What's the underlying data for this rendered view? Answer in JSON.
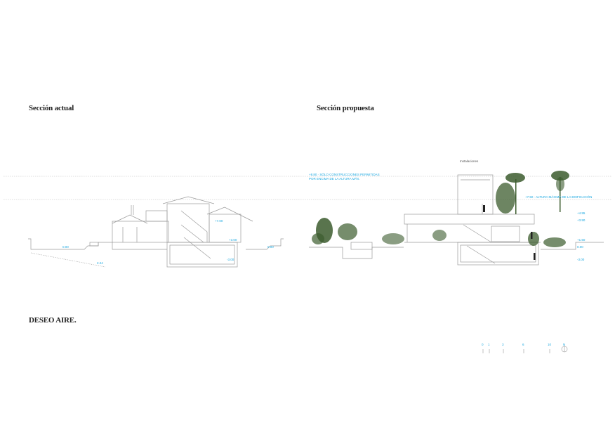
{
  "titles": {
    "current": "Sección actual",
    "proposed": "Sección propuesta",
    "motto": "DESEO AIRE."
  },
  "left_section_labels": {
    "roof_level": "+7.00",
    "floor_level": "+3.00",
    "ground_left": "0.00",
    "ground_right": "0.00",
    "basement": "-3.00",
    "slope": "2.24"
  },
  "right_section_labels": {
    "height_limit_note_1": "+8.80 · SÓLO CONSTRUCCIONES PERMITIDAS",
    "height_limit_note_2": "POR ENCIMA DE LA ALTURA MÁX.",
    "installations": "Instalaciones",
    "max_height": "+7.50 · ALTURA MÁXIMA DE LA EDIFICACIÓN",
    "level_1": "+4.95",
    "level_2": "+3.90",
    "level_3": "+1.50",
    "level_4": "0.00",
    "level_5": "-3.00"
  },
  "scale_bar": {
    "ticks": [
      "0",
      "1",
      "3",
      "6",
      "10"
    ],
    "north": "N"
  },
  "colors": {
    "line": "#9a9a9a",
    "accent": "#19a7e0",
    "vegetation": "#3c5c2e",
    "text": "#222222"
  }
}
